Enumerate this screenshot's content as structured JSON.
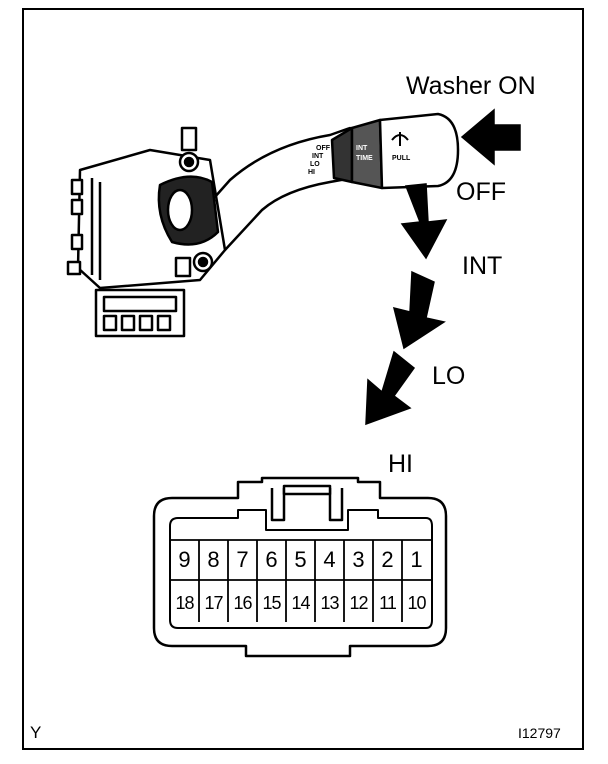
{
  "labels": {
    "washer_on": "Washer ON",
    "off": "OFF",
    "int": "INT",
    "lo": "LO",
    "hi": "HI",
    "corner_code": "Y",
    "figure_id": "I12797"
  },
  "lever_marks": {
    "positions": [
      "OFF",
      "INT",
      "LO",
      "HI"
    ],
    "knob_text": [
      "INT",
      "TIME",
      "PULL"
    ]
  },
  "connector": {
    "top_row": [
      "9",
      "8",
      "7",
      "6",
      "5",
      "4",
      "3",
      "2",
      "1"
    ],
    "bottom_row": [
      "18",
      "17",
      "16",
      "15",
      "14",
      "13",
      "12",
      "11",
      "10"
    ]
  }
}
